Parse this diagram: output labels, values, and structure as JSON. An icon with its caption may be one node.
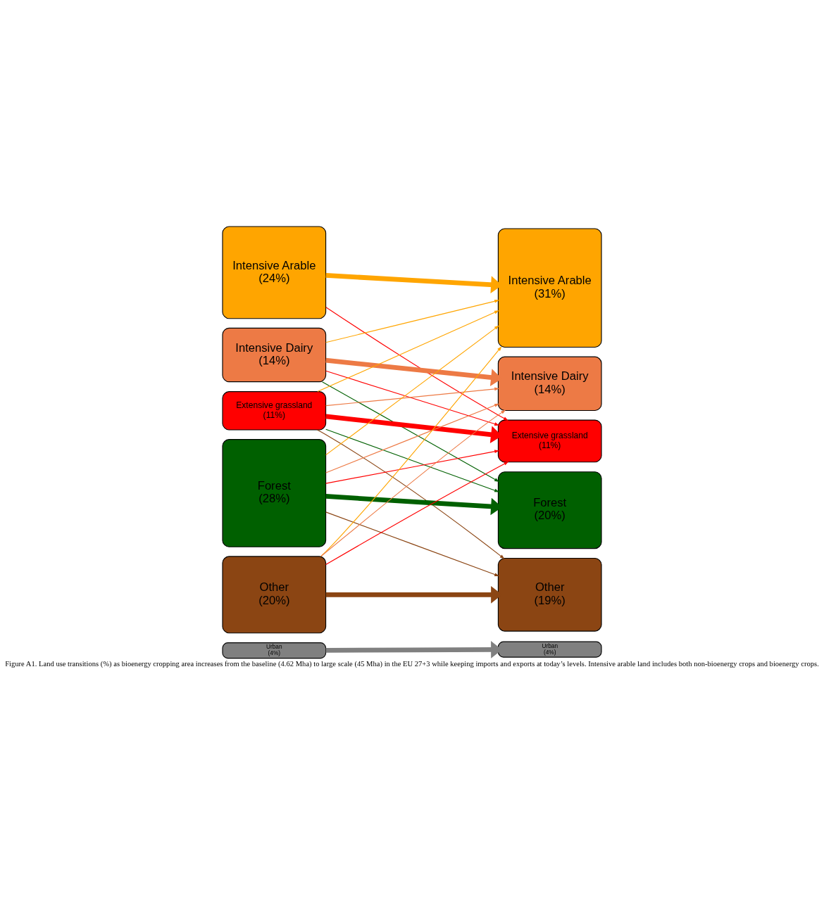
{
  "diagram": {
    "caption": "Figure A1. Land use transitions (%) as bioenergy cropping area increases from the baseline (4.62 Mha) to large scale (45 Mha) in the EU 27+3 while keeping imports and exports at today’s levels. Intensive arable land includes both non-bioenergy crops and bioenergy crops.",
    "nodes": [
      {
        "text": [
          "Intensive Arable",
          "(24%)"
        ]
      },
      {
        "text": [
          "Intensive Dairy",
          "(14%)"
        ]
      },
      {
        "text": [
          "Extensive grassland",
          "(11%)"
        ]
      },
      {
        "text": [
          "Forest",
          "(28%)"
        ]
      },
      {
        "text": [
          "Other",
          "(20%)"
        ]
      },
      {
        "text": [
          "Urban",
          "(4%)"
        ]
      },
      {
        "text": [
          "Intensive Arable",
          "(31%)"
        ]
      },
      {
        "text": [
          "Intensive Dairy",
          "(14%)"
        ]
      },
      {
        "text": [
          "Extensive grassland",
          "(11%)"
        ]
      },
      {
        "text": [
          "Forest",
          "(20%)"
        ]
      },
      {
        "text": [
          "Other",
          "(19%)"
        ]
      },
      {
        "text": [
          "Urban",
          "(4%)"
        ]
      }
    ],
    "edges": [
      {
        "from": 0,
        "to": 6,
        "arrow": "to",
        "style": "thick",
        "color": "#ffa500"
      },
      {
        "from": 0,
        "to": 8,
        "arrow": "to",
        "color": "#ff0000"
      },
      {
        "from": 1,
        "to": 6,
        "arrow": "to",
        "color": "#ffa500"
      },
      {
        "from": 1,
        "to": 7,
        "arrow": "to",
        "style": "thick",
        "color": "#ed7a45"
      },
      {
        "from": 1,
        "to": 8,
        "arrow": "to",
        "color": "#ff0000"
      },
      {
        "from": 1,
        "to": 9,
        "arrow": "to",
        "color": "#006000"
      },
      {
        "from": 2,
        "to": 6,
        "arrow": "to",
        "color": "#ffa500"
      },
      {
        "from": 2,
        "to": 7,
        "arrow": "to",
        "color": "#ed7a45"
      },
      {
        "from": 2,
        "to": 8,
        "arrow": "to",
        "style": "thick",
        "color": "#ff0000"
      },
      {
        "from": 2,
        "to": 9,
        "arrow": "to",
        "color": "#006000"
      },
      {
        "from": 2,
        "to": 10,
        "arrow": "to",
        "color": "#8b4513"
      },
      {
        "from": 3,
        "to": 6,
        "arrow": "to",
        "color": "#ffa500"
      },
      {
        "from": 3,
        "to": 7,
        "arrow": "to",
        "color": "#ed7a45"
      },
      {
        "from": 3,
        "to": 8,
        "arrow": "to",
        "color": "#ff0000"
      },
      {
        "from": 3,
        "to": 9,
        "arrow": "to",
        "style": "thick",
        "color": "#006000"
      },
      {
        "from": 3,
        "to": 10,
        "arrow": "to",
        "color": "#8b4513"
      },
      {
        "from": 4,
        "to": 6,
        "arrow": "to",
        "color": "#ffa500"
      },
      {
        "from": 4,
        "to": 7,
        "arrow": "to",
        "color": "#ed7a45"
      },
      {
        "from": 4,
        "to": 8,
        "arrow": "to",
        "color": "#ff0000"
      },
      {
        "from": 4,
        "to": 10,
        "arrow": "to",
        "style": "thick",
        "color": "#8b4513"
      },
      {
        "from": 5,
        "to": 11,
        "arrow": "to",
        "style": "thick",
        "color": "#808080"
      }
    ]
  }
}
